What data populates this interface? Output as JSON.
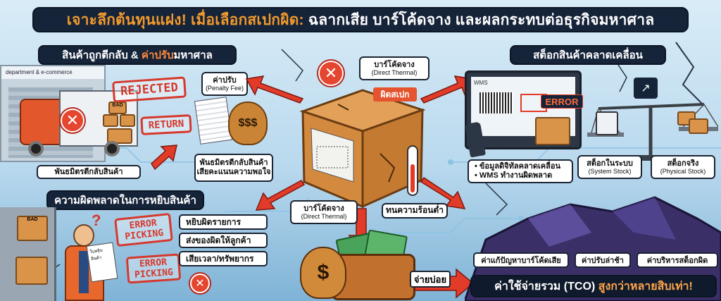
{
  "banner": {
    "title_highlight": "เจาะลึกต้นทุนแฝง! เมื่อเลือกสเปกผิด:",
    "title_rest": "ฉลากเสีย บาร์โค้ดจาง และผลกระทบต่อธุรกิจมหาศาล"
  },
  "section_returns": {
    "title_part1": "สินค้าถูกตีกลับ &",
    "title_highlight": "ค่าปรับ",
    "title_part2": "มหาศาล",
    "building_label": "department & e-commerce",
    "stamp_rejected": "REJECTED",
    "stamp_return": "RETURN",
    "fee_label": "ค่าปรับ",
    "fee_sub": "(Penalty Fee)",
    "money_symbol": "$$$",
    "partner_return": "พันธมิตรตีกลับสินค้า",
    "partner_return_note": "พันธมิตรตีกลับสินค้า",
    "satisfaction_drop": "เสียคะแนนความพอใจ",
    "box_label": "BAD"
  },
  "center": {
    "barcode_top_label": "บาร์โค้ดจาง",
    "barcode_top_sub": "(Direct Thermal)",
    "wrong_spec": "ผิดสเปก",
    "barcode_bottom_label": "บาร์โค้ดจาง",
    "barcode_bottom_sub": "(Direct Thermal)",
    "heat_label": "ทนความร้อนต่ำ",
    "frequent_spend": "จ่ายบ่อย"
  },
  "section_stock": {
    "title": "สต็อกสินค้าคลาดเคลื่อน",
    "wms_label": "WMS",
    "error_label": "ERROR",
    "bullet1": "• ข้อมูลดิจิทัลคลาดเคลื่อน",
    "bullet2": "• WMS ทำงานผิดพลาด",
    "system_stock": "สต็อกในระบบ",
    "system_stock_sub": "(System Stock)",
    "physical_stock": "สต็อกจริง",
    "physical_stock_sub": "(Physical Stock)"
  },
  "section_picking": {
    "title": "ความผิดพลาดในการหยิบสินค้า",
    "stamp1": "ERROR PICKING",
    "stamp2": "ERROR PICKING",
    "items": [
      "หยิบผิดรายการ",
      "ส่งของผิดให้ลูกค้า",
      "เสียเวลา/ทรัพยากร"
    ],
    "paper_label": "ใบหยิบสินค้า",
    "box_label": "BAD"
  },
  "section_tco": {
    "cost1": "ค่าแก้ปัญหาบาร์โค้ดเสีย",
    "cost2": "ค่าปรับล่าช้า",
    "cost3": "ค่าบริหารสต็อกผิด",
    "tco_part1": "ค่าใช้จ่ายรวม (TCO)",
    "tco_highlight": "สูงกว่าหลายสิบเท่า!",
    "money_symbol": "$"
  },
  "colors": {
    "navy": "#16243a",
    "orange": "#f39a2c",
    "red": "#d6382c",
    "cardboard": "#d9944a"
  }
}
